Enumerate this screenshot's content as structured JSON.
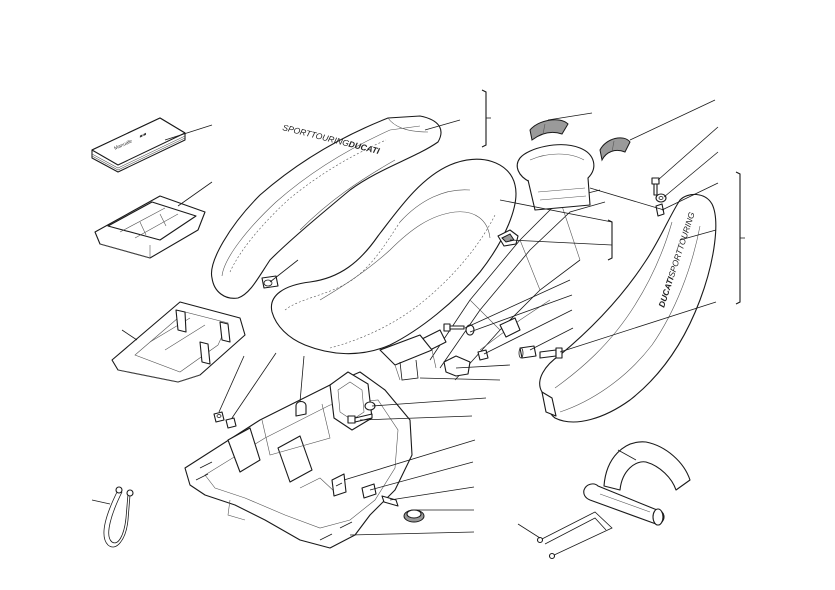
{
  "branding": {
    "ducati": "DUCATI",
    "sporttouring": "SPORTTOURING"
  },
  "manual": {
    "cover_text": "Manuale"
  }
}
